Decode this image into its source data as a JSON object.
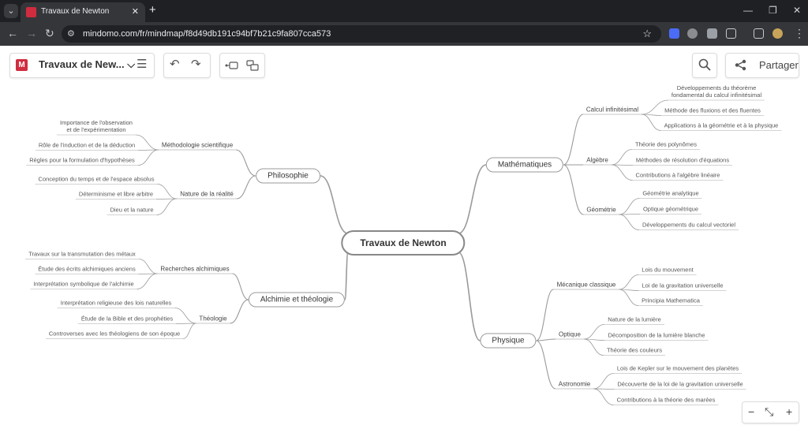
{
  "browser": {
    "tab_title": "Travaux de Newton",
    "tab_close": "✕",
    "new_tab": "+",
    "tab_list": "⌄",
    "url": "mindomo.com/fr/mindmap/f8d49db191c94bf7b21c9fa807cca573",
    "win_min": "—",
    "win_restore": "❐",
    "win_close": "✕",
    "menu": "⋮"
  },
  "toolbar": {
    "title": "Travaux de New...",
    "title_chevron": "⌵",
    "menu_icon": "☰",
    "undo_icon": "↶",
    "redo_icon": "↷",
    "search_icon": "⌕",
    "share_label": "Partager",
    "zoom_out": "−",
    "zoom_fit": "⤡",
    "zoom_in": "+"
  },
  "mindmap": {
    "root": "Travaux de Newton",
    "branches": [
      {
        "label": "Mathématiques",
        "subs": [
          {
            "label": "Calcul infinitésimal",
            "leaves": [
              "Développements du théorème\nfondamental du calcul infinitésimal",
              "Méthode des fluxions et des fluentes",
              "Applications à la géométrie et à la physique"
            ]
          },
          {
            "label": "Algèbre",
            "leaves": [
              "Théorie des polynômes",
              "Méthodes de résolution d'équations",
              "Contributions à l'algèbre linéaire"
            ]
          },
          {
            "label": "Géométrie",
            "leaves": [
              "Géométrie analytique",
              "Optique géométrique",
              "Développements du calcul vectoriel"
            ]
          }
        ]
      },
      {
        "label": "Physique",
        "subs": [
          {
            "label": "Mécanique classique",
            "leaves": [
              "Lois du mouvement",
              "Loi de la gravitation universelle",
              "Principia Mathematica"
            ]
          },
          {
            "label": "Optique",
            "leaves": [
              "Nature de la lumière",
              "Décomposition de la lumière blanche",
              "Théorie des couleurs"
            ]
          },
          {
            "label": "Astronomie",
            "leaves": [
              "Lois de Kepler sur le mouvement des planètes",
              "Découverte de la loi de la gravitation universelle",
              "Contributions à la théorie des marées"
            ]
          }
        ]
      },
      {
        "label": "Philosophie",
        "subs": [
          {
            "label": "Méthodologie scientifique",
            "leaves": [
              "Importance de l'observation\net de l'expérimentation",
              "Rôle de l'induction et de la déduction",
              "Règles pour la formulation d'hypothèses"
            ]
          },
          {
            "label": "Nature de la réalité",
            "leaves": [
              "Conception du temps et de l'espace absolus",
              "Déterminisme et libre arbitre",
              "Dieu et la nature"
            ]
          }
        ]
      },
      {
        "label": "Alchimie et théologie",
        "subs": [
          {
            "label": "Recherches alchimiques",
            "leaves": [
              "Travaux sur la transmutation des métaux",
              "Étude des écrits alchimiques anciens",
              "Interprétation symbolique de l'alchimie"
            ]
          },
          {
            "label": "Théologie",
            "leaves": [
              "Interprétation religieuse des lois naturelles",
              "Étude de la Bible et des prophéties",
              "Controverses avec les théologiens de son époque"
            ]
          }
        ]
      }
    ]
  }
}
